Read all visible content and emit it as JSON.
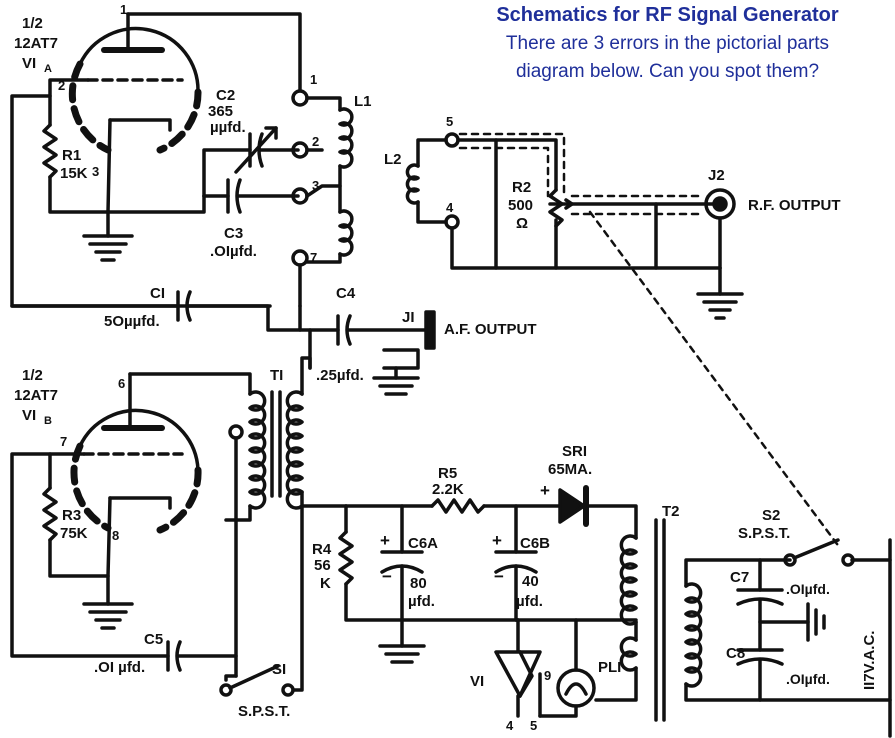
{
  "header": {
    "title": "Schematics for RF Signal Generator",
    "line1": "There are  3  errors in the pictorial parts",
    "line2": "diagram below. Can you spot them?"
  },
  "colors": {
    "ink": "#111111",
    "accent": "#1f2f9a",
    "background": "#ffffff"
  },
  "tube_a": {
    "frac": "1/2",
    "type": "12AT7",
    "ref": "VI",
    "sub": "A",
    "pin_plate": "1",
    "pin_grid": "2",
    "pin_cathode": "3"
  },
  "tube_b": {
    "frac": "1/2",
    "type": "12AT7",
    "ref": "VI",
    "sub": "B",
    "pin_plate": "6",
    "pin_grid": "7",
    "pin_cathode": "8"
  },
  "r1": {
    "ref": "R1",
    "value": "15K"
  },
  "c2": {
    "ref": "C2",
    "value1": "365",
    "value2": "µµfd."
  },
  "l1": {
    "ref": "L1",
    "tap1": "1",
    "tap2": "2",
    "tap3": "3",
    "tap7": "7"
  },
  "c3": {
    "ref": "C3",
    "value": ".OIµfd."
  },
  "c1": {
    "ref": "CI",
    "value": "5Oµµfd."
  },
  "c4": {
    "ref": "C4",
    "value": ".25µfd."
  },
  "j1": {
    "ref": "JI",
    "label": "A.F. OUTPUT"
  },
  "l2": {
    "ref": "L2",
    "pin5": "5",
    "pin4": "4"
  },
  "r2": {
    "ref": "R2",
    "value": "500",
    "unit": "Ω"
  },
  "j2": {
    "ref": "J2",
    "label": "R.F. OUTPUT"
  },
  "t1": {
    "ref": "TI"
  },
  "r3": {
    "ref": "R3",
    "value": "75K"
  },
  "c5": {
    "ref": "C5",
    "value": ".OI µfd."
  },
  "s1": {
    "ref": "SI",
    "type": "S.P.S.T."
  },
  "r4": {
    "ref": "R4",
    "value1": "56",
    "value2": "K"
  },
  "c6a": {
    "ref": "C6A",
    "value": "80",
    "unit": "µfd."
  },
  "c6b": {
    "ref": "C6B",
    "value": "40",
    "unit": "µfd."
  },
  "r5": {
    "ref": "R5",
    "value": "2.2K"
  },
  "sr1": {
    "ref": "SRI",
    "rating": "65MA."
  },
  "t2": {
    "ref": "T2"
  },
  "s2": {
    "ref": "S2",
    "type": "S.P.S.T."
  },
  "c7": {
    "ref": "C7",
    "value": ".OIµfd."
  },
  "c8": {
    "ref": "C8",
    "value": ".OIµfd."
  },
  "pl1": {
    "ref": "PLI"
  },
  "heater": {
    "ref": "VI",
    "pin9": "9",
    "pin4": "4",
    "pin5": "5"
  },
  "mains": {
    "label": "II7V.A.C."
  },
  "polarity": {
    "plus": "+",
    "minus": "−"
  }
}
